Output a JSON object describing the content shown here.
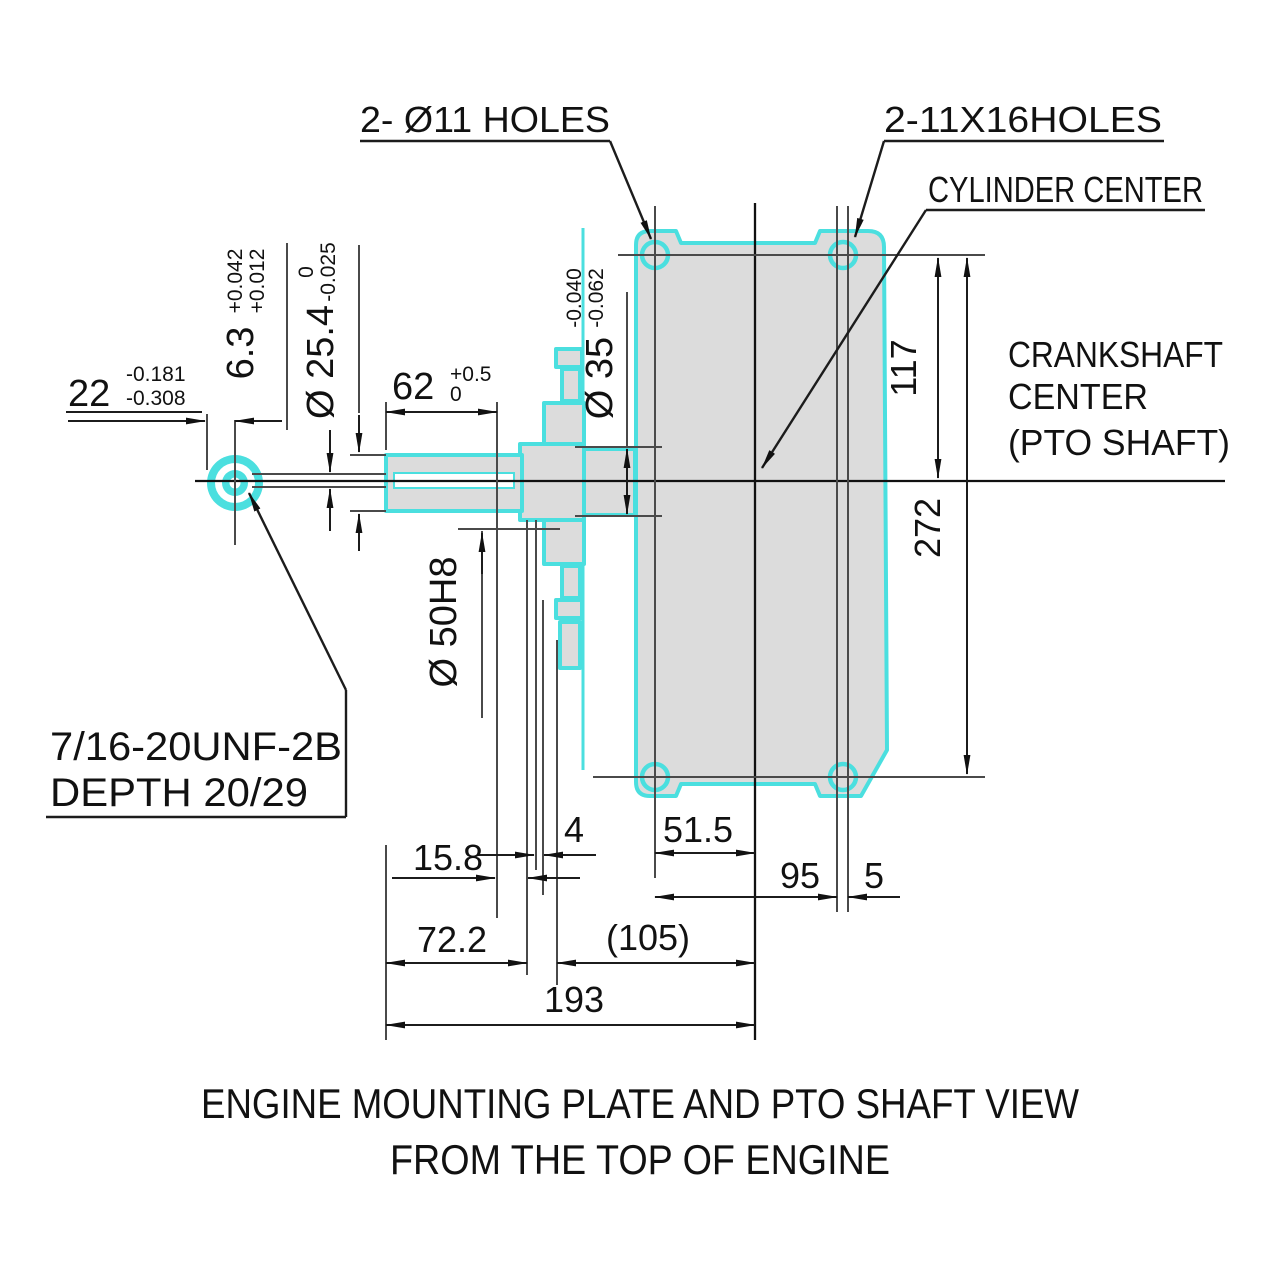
{
  "callouts": {
    "holes_left": "2- Ø11 HOLES",
    "holes_right": "2-11X16HOLES",
    "cylinder_center": "CYLINDER CENTER",
    "crankshaft_line1": "CRANKSHAFT",
    "crankshaft_line2": "CENTER",
    "crankshaft_line3": "(PTO SHAFT)",
    "thread_line1": "7/16-20UNF-2B",
    "thread_line2": "DEPTH 20/29"
  },
  "dims": {
    "d22": {
      "value": "22",
      "tol_upper": "-0.181",
      "tol_lower": "-0.308"
    },
    "d63": {
      "value": "6.3",
      "tol_upper": "+0.042",
      "tol_lower": "+0.012"
    },
    "d254": {
      "value": "Ø 25.4",
      "tol_upper": "0",
      "tol_lower": "-0.025"
    },
    "d62": {
      "value": "62",
      "tol_upper": "+0.5",
      "tol_lower": "0"
    },
    "d35": {
      "value": "Ø 35",
      "tol_upper": "-0.040",
      "tol_lower": "-0.062"
    },
    "d50": {
      "value": "Ø 50H8"
    },
    "d117": {
      "value": "117"
    },
    "d272": {
      "value": "272"
    },
    "d4": {
      "value": "4"
    },
    "d51_5": {
      "value": "51.5"
    },
    "d95": {
      "value": "95"
    },
    "d5": {
      "value": "5"
    },
    "d15_8": {
      "value": "15.8"
    },
    "d72_2": {
      "value": "72.2"
    },
    "d105": {
      "value": "(105)"
    },
    "d193": {
      "value": "193"
    }
  },
  "title": {
    "line1": "ENGINE MOUNTING PLATE AND PTO SHAFT VIEW",
    "line2": "FROM THE TOP OF ENGINE"
  },
  "colors": {
    "outline_cyan": "#4bdfdf",
    "part_fill_gray": "#dcdcdc",
    "line_black": "#1c1c1c"
  }
}
